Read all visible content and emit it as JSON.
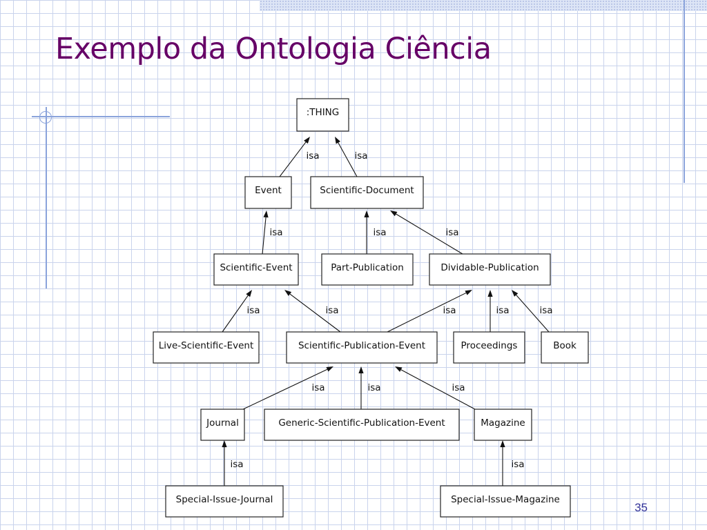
{
  "title": "Exemplo da Ontologia Ciência",
  "page_number": "35",
  "diagram": {
    "nodes": [
      {
        "id": "thing",
        "label": ":THING"
      },
      {
        "id": "event",
        "label": "Event"
      },
      {
        "id": "sci-doc",
        "label": "Scientific-Document"
      },
      {
        "id": "sci-event",
        "label": "Scientific-Event"
      },
      {
        "id": "part-pub",
        "label": "Part-Publication"
      },
      {
        "id": "div-pub",
        "label": "Dividable-Publication"
      },
      {
        "id": "live-sci-event",
        "label": "Live-Scientific-Event"
      },
      {
        "id": "sci-pub-event",
        "label": "Scientific-Publication-Event"
      },
      {
        "id": "proceedings",
        "label": "Proceedings"
      },
      {
        "id": "book",
        "label": "Book"
      },
      {
        "id": "journal",
        "label": "Journal"
      },
      {
        "id": "generic-sci-pub-event",
        "label": "Generic-Scientific-Publication-Event"
      },
      {
        "id": "magazine",
        "label": "Magazine"
      },
      {
        "id": "special-issue-journal",
        "label": "Special-Issue-Journal"
      },
      {
        "id": "special-issue-magazine",
        "label": "Special-Issue-Magazine"
      }
    ],
    "edges": [
      {
        "from": "event",
        "to": "thing",
        "label": "isa"
      },
      {
        "from": "sci-doc",
        "to": "thing",
        "label": "isa"
      },
      {
        "from": "sci-event",
        "to": "event",
        "label": "isa"
      },
      {
        "from": "part-pub",
        "to": "sci-doc",
        "label": "isa"
      },
      {
        "from": "div-pub",
        "to": "sci-doc",
        "label": "isa"
      },
      {
        "from": "live-sci-event",
        "to": "sci-event",
        "label": "isa"
      },
      {
        "from": "sci-pub-event",
        "to": "sci-event",
        "label": "isa"
      },
      {
        "from": "sci-pub-event",
        "to": "div-pub",
        "label": "isa"
      },
      {
        "from": "proceedings",
        "to": "div-pub",
        "label": "isa"
      },
      {
        "from": "book",
        "to": "div-pub",
        "label": "isa"
      },
      {
        "from": "journal",
        "to": "sci-pub-event",
        "label": "isa"
      },
      {
        "from": "generic-sci-pub-event",
        "to": "sci-pub-event",
        "label": "isa"
      },
      {
        "from": "magazine",
        "to": "sci-pub-event",
        "label": "isa"
      },
      {
        "from": "special-issue-journal",
        "to": "journal",
        "label": "isa"
      },
      {
        "from": "special-issue-magazine",
        "to": "magazine",
        "label": "isa"
      }
    ]
  }
}
